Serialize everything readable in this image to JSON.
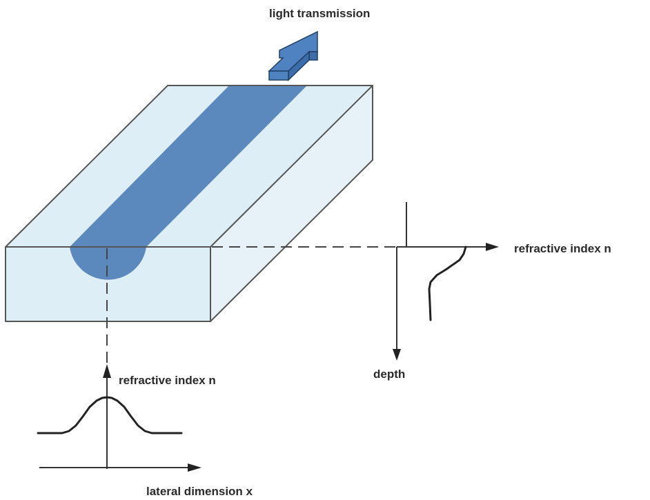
{
  "title": "Optical waveguide refractive index profiles",
  "labels": {
    "light_transmission": "light transmission",
    "refractive_index_right": "refractive index n",
    "depth": "depth",
    "refractive_index_lower": "refractive index n",
    "lateral_dimension": "lateral dimension x"
  },
  "colors": {
    "substrate": "#deeef6",
    "substrate_side": "#e6f2f8",
    "waveguide": "#5b88bd",
    "arrow": "#4f82c0",
    "arrow_dark": "#3d6da8",
    "edge": "#555555",
    "axis": "#333333"
  },
  "profiles": {
    "depth_profile": {
      "description": "graded-index step decreasing with depth",
      "x_label": "refractive index n",
      "y_label": "depth"
    },
    "lateral_profile": {
      "description": "bell-shaped (gaussian-like) index profile centered on waveguide",
      "x_label": "lateral dimension x",
      "y_label": "refractive index n"
    }
  }
}
